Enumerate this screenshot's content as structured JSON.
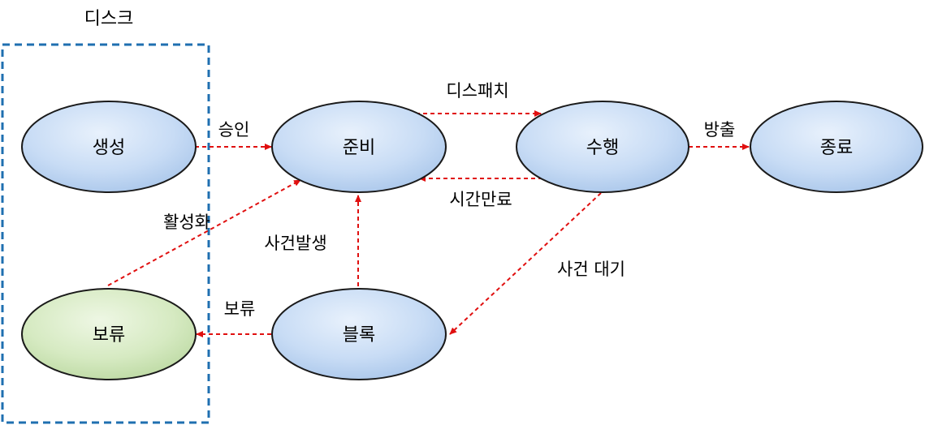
{
  "region": {
    "label": "디스크"
  },
  "states": {
    "create": {
      "label": "생성"
    },
    "ready": {
      "label": "준비"
    },
    "running": {
      "label": "수행"
    },
    "terminated": {
      "label": "종료"
    },
    "suspended": {
      "label": "보류"
    },
    "blocked": {
      "label": "블록"
    }
  },
  "transitions": {
    "admit": {
      "label": "승인"
    },
    "dispatch": {
      "label": "디스패치"
    },
    "exit": {
      "label": "방출"
    },
    "timeout": {
      "label": "시간만료"
    },
    "activate": {
      "label": "활성화"
    },
    "wakeup": {
      "label": "사건발생"
    },
    "wait": {
      "label": "사건 대기"
    },
    "suspend": {
      "label": "보류"
    }
  },
  "colors": {
    "node_fill": "#c8dcf5",
    "node_fill_suspended": "#d6eac2",
    "node_stroke": "#1a1a1a",
    "arrow": "#e01010",
    "region_border": "#1f6fb0"
  }
}
